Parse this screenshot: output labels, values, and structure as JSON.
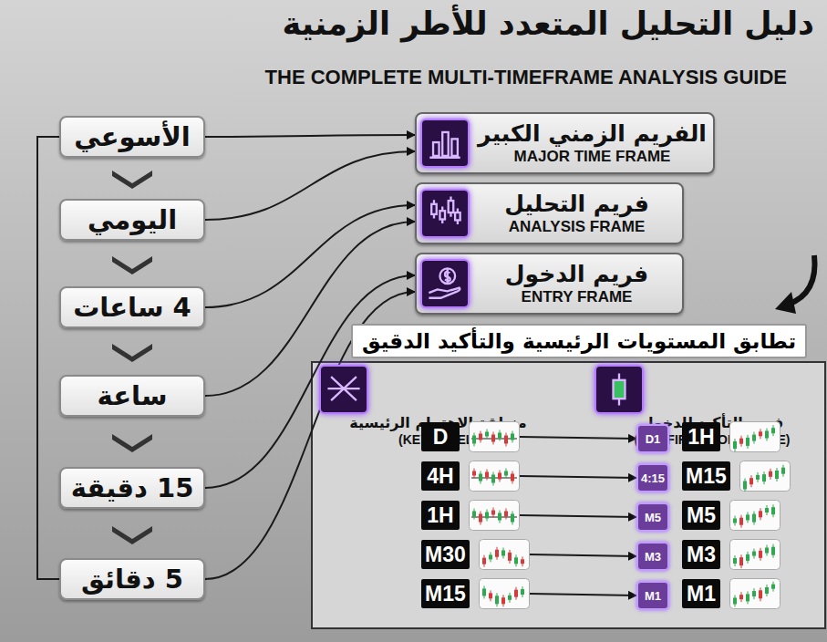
{
  "diagram": {
    "title": "دليل التحليل المتعدد للأطر الزمنية",
    "nodes": [
      {
        "text": [
          "الأسوعي"
        ]
      },
      {
        "text": [
          "اليومي"
        ]
      },
      {
        "text": [
          "4 ساعات"
        ]
      },
      {
        "text": [
          "ساعة"
        ]
      },
      {
        "text": [
          "15 دقيقة"
        ]
      },
      {
        "text": [
          "5 دقائق"
        ]
      },
      {
        "text": [
          "الفريم الزمني الكبير",
          "MAJOR TIME FRAME"
        ]
      },
      {
        "text": [
          "فريم التحليل",
          "ANALYSIS FRAME"
        ]
      },
      {
        "text": [
          "فريم الدخول",
          "ENTRY FRAME"
        ]
      },
      {
        "text": [
          "تطابق المستويات الرئيسية والتأكيد الدقيق"
        ]
      },
      {
        "text": [
          "منطقة الاهتمام الرئيسية",
          "(KEY LEVEL)"
        ],
        "in": 9
      },
      {
        "text": [
          "فريم التأكيد للدخول",
          "(CONFIRMATION FRAME)"
        ],
        "in": 9
      },
      {
        "text": [
          "D"
        ],
        "in": 9
      },
      {
        "text": [
          "D1"
        ],
        "in": 9
      },
      {
        "text": [
          "1H"
        ],
        "in": 9
      },
      {
        "text": [
          "4H"
        ],
        "in": 9
      },
      {
        "text": [
          "4:15"
        ],
        "in": 9
      },
      {
        "text": [
          "M15"
        ],
        "in": 9
      },
      {
        "text": [
          "1H"
        ],
        "in": 9
      },
      {
        "text": [
          "M5"
        ],
        "in": 9
      },
      {
        "text": [
          "M5"
        ],
        "in": 9
      },
      {
        "text": [
          "M30"
        ],
        "in": 9
      },
      {
        "text": [
          "M3"
        ],
        "in": 9
      },
      {
        "text": [
          "M3"
        ],
        "in": 9
      },
      {
        "text": [
          "M15"
        ],
        "in": 9
      },
      {
        "text": [
          "M1"
        ],
        "in": 9
      },
      {
        "text": [
          "M1"
        ],
        "in": 9
      }
    ],
    "edges": [
      {
        "from": 0,
        "to": 6,
        "arrow": "to"
      },
      {
        "from": 1,
        "to": 6,
        "arrow": "to"
      },
      {
        "from": 2,
        "to": 7,
        "arrow": "to"
      },
      {
        "from": 3,
        "to": 7,
        "arrow": "to"
      },
      {
        "from": 4,
        "to": 8,
        "arrow": "to"
      },
      {
        "from": 5,
        "to": 8,
        "arrow": "to"
      },
      {
        "from": 5,
        "to": 0,
        "arrow": "none"
      },
      {
        "from": 12,
        "to": 13,
        "arrow": "to"
      },
      {
        "from": 15,
        "to": 16,
        "arrow": "to"
      },
      {
        "from": 18,
        "to": 19,
        "arrow": "to"
      },
      {
        "from": 21,
        "to": 22,
        "arrow": "to"
      },
      {
        "from": 24,
        "to": 25,
        "arrow": "to"
      }
    ],
    "labels": [
      "THE COMPLETE MULTI-TIMEFRAME ANALYSIS GUIDE"
    ]
  }
}
